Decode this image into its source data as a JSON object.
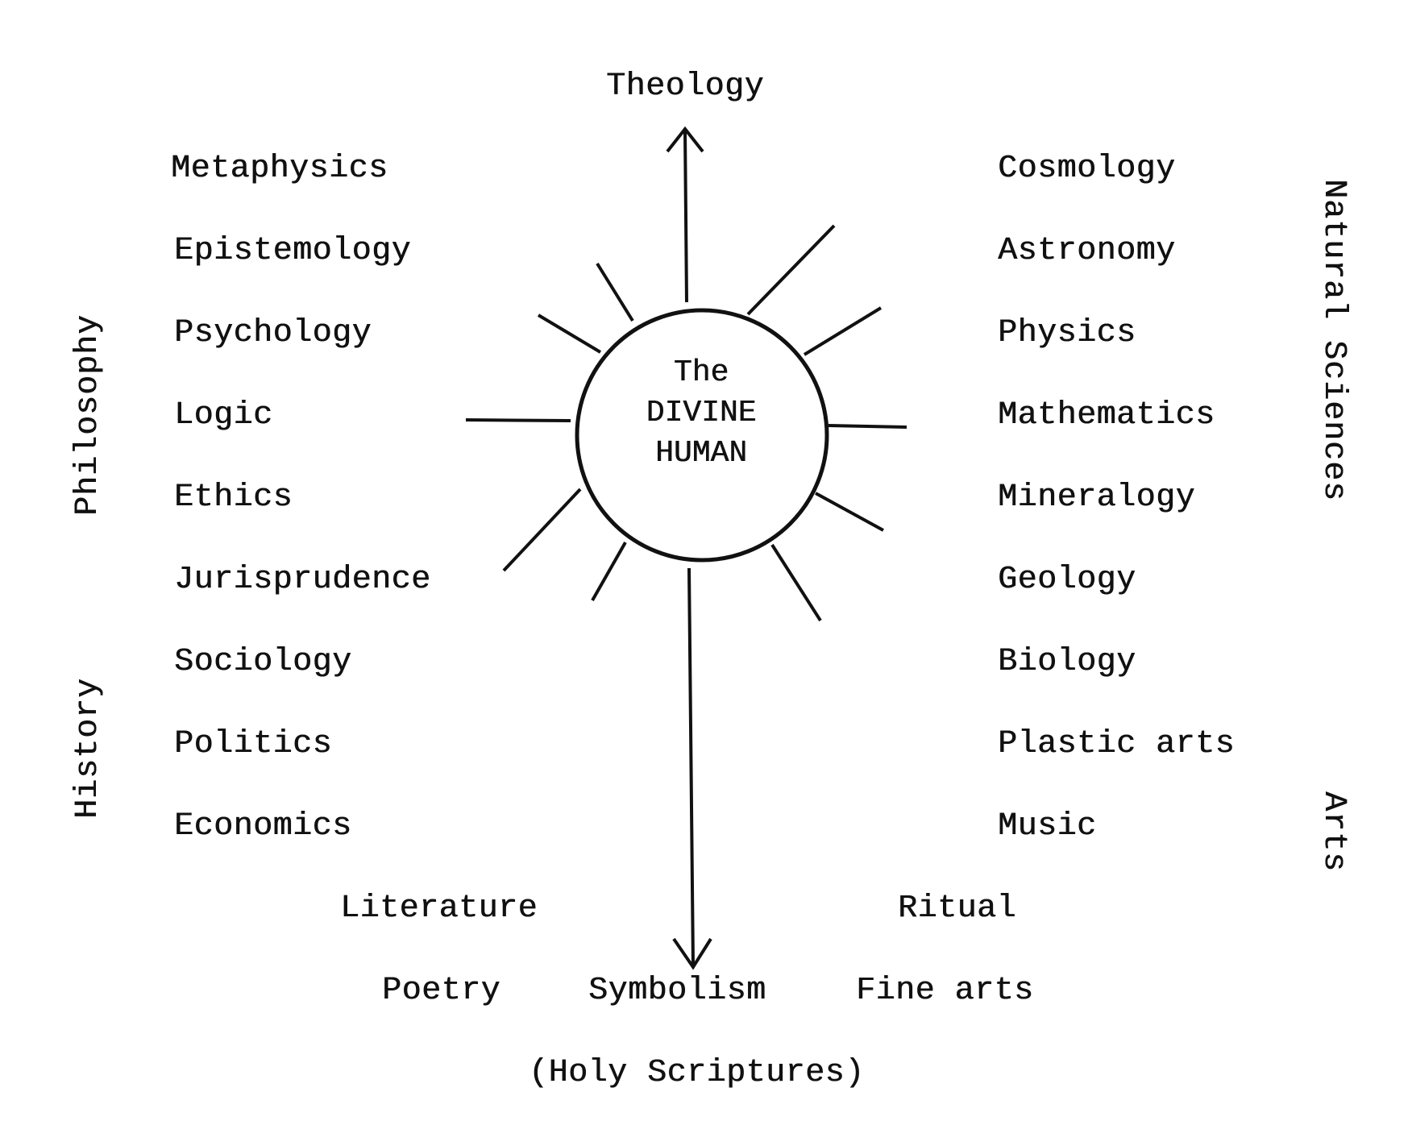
{
  "top_label": "Theology",
  "center": {
    "line1": "The",
    "line2": "DIVINE",
    "line3": "HUMAN"
  },
  "left_column": [
    "Metaphysics",
    "Epistemology",
    "Psychology",
    "Logic",
    "Ethics",
    "Jurisprudence",
    "Sociology",
    "Politics",
    "Economics"
  ],
  "right_column": [
    "Cosmology",
    "Astronomy",
    "Physics",
    "Mathematics",
    "Mineralogy",
    "Geology",
    "Biology",
    "Plastic arts",
    "Music"
  ],
  "side_labels": {
    "philosophy": "Philosophy",
    "history": "History",
    "natural_sciences": "Natural Sciences",
    "arts": "Arts"
  },
  "bottom": {
    "literature": "Literature",
    "ritual": "Ritual",
    "poetry": "Poetry",
    "symbolism": "Symbolism",
    "fine_arts": "Fine arts",
    "holy_scriptures": "(Holy Scriptures)"
  },
  "colors": {
    "ink": "#111111",
    "paper": "#ffffff"
  }
}
